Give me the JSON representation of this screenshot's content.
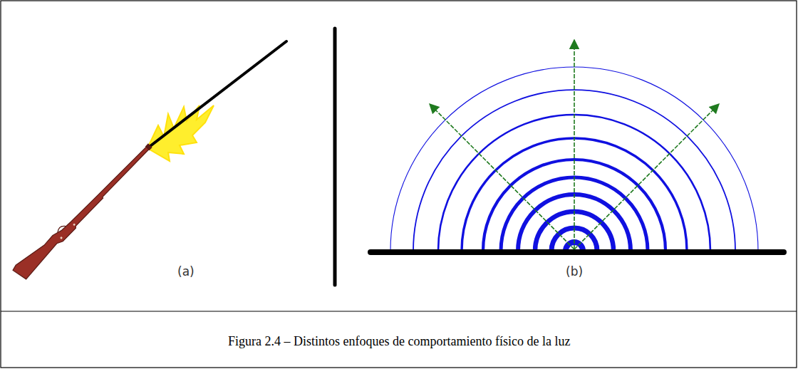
{
  "diagram": {
    "caption": "Figura 2.4 – Distintos enfoques de comportamiento físico de la luz",
    "labels": [
      "(a)",
      "(b)"
    ]
  }
}
